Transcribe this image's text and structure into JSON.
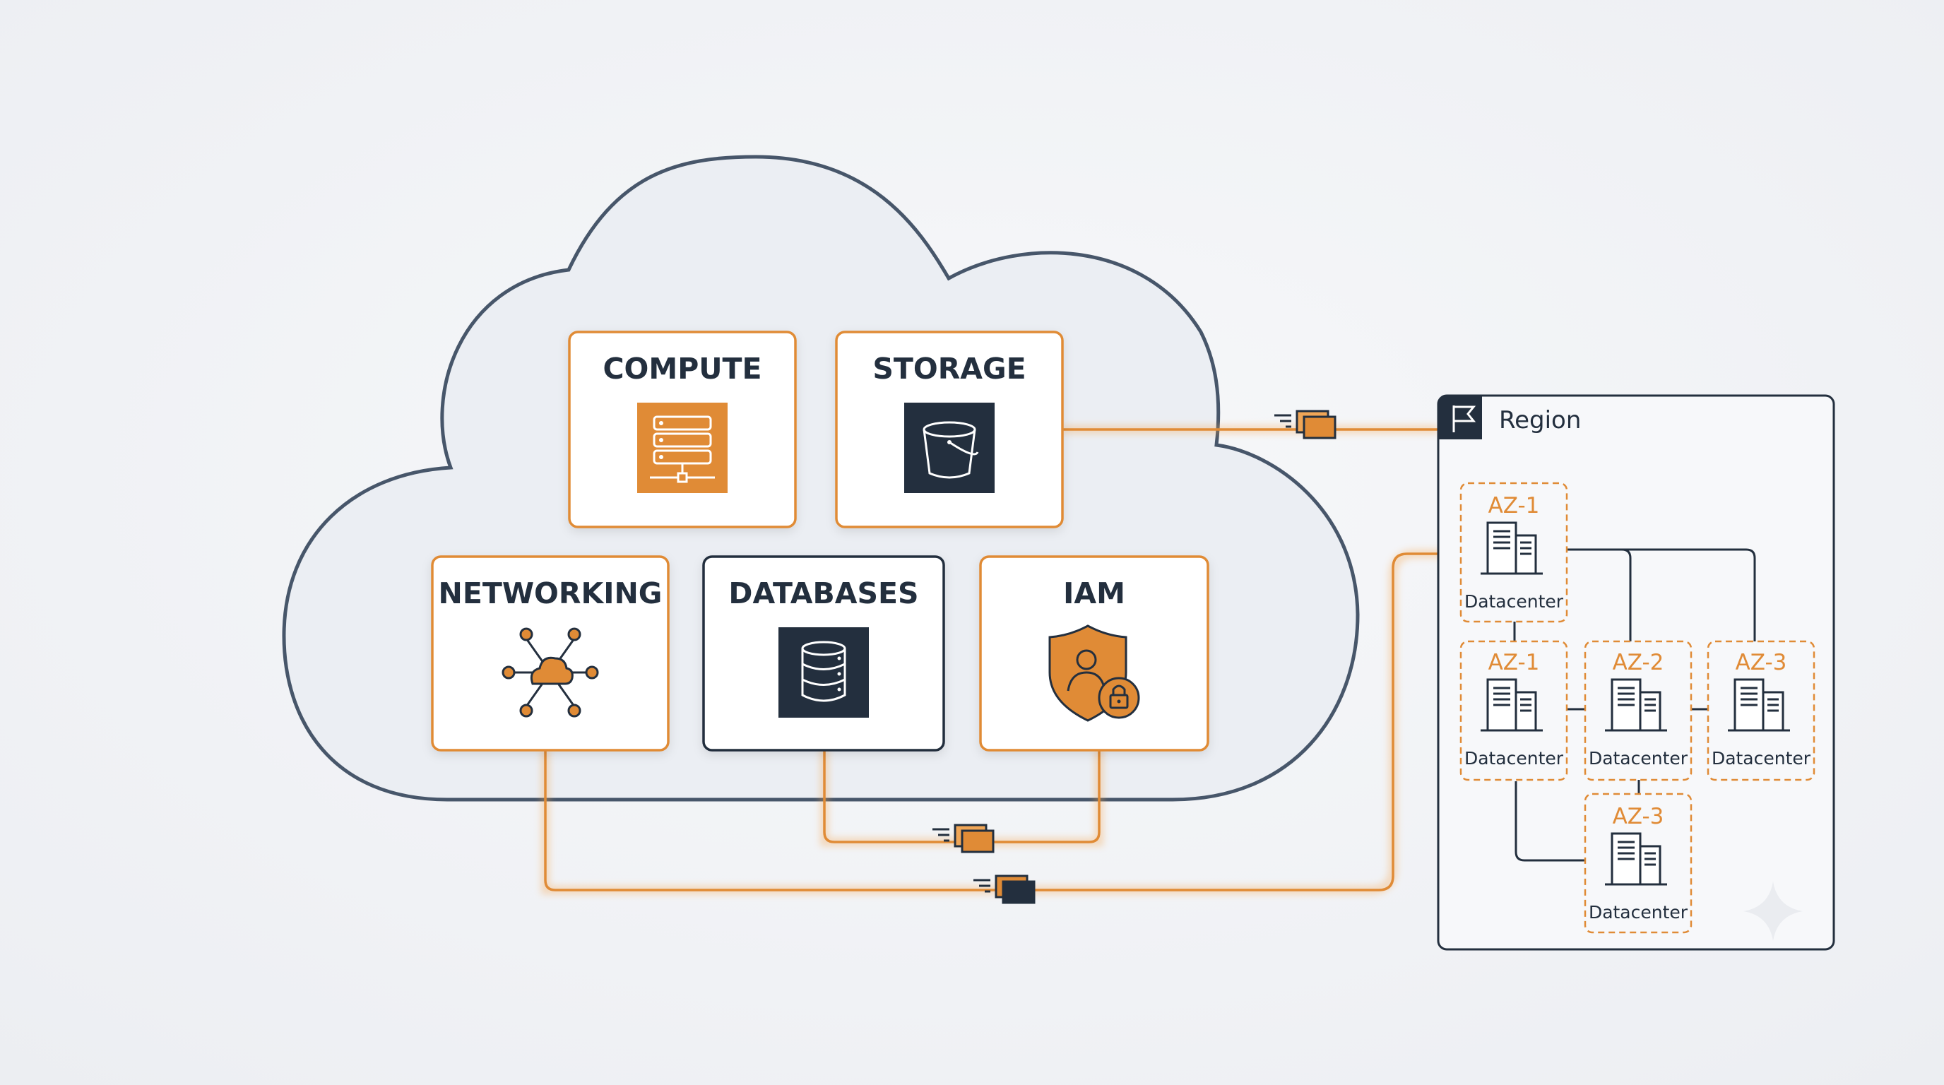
{
  "colors": {
    "orange": "#e08b36",
    "navy": "#232f3e",
    "cloud_fill": "#ebeef3",
    "cloud_stroke": "#47566a",
    "background": "#f3f4f7"
  },
  "services": [
    {
      "title": "COMPUTE",
      "icon": "server-stack-icon"
    },
    {
      "title": "STORAGE",
      "icon": "bucket-icon"
    },
    {
      "title": "NETWORKING",
      "icon": "network-cloud-icon"
    },
    {
      "title": "DATABASES",
      "icon": "database-icon"
    },
    {
      "title": "IAM",
      "icon": "shield-user-lock-icon"
    }
  ],
  "region": {
    "label": "Region",
    "icon": "flag-icon",
    "zones": [
      {
        "az": "AZ-1",
        "caption": "Datacenter"
      },
      {
        "az": "AZ-1",
        "caption": "Datacenter"
      },
      {
        "az": "AZ-2",
        "caption": "Datacenter"
      },
      {
        "az": "AZ-3",
        "caption": "Datacenter"
      },
      {
        "az": "AZ-3",
        "caption": "Datacenter"
      }
    ]
  },
  "connectors": {
    "packet_icon": "data-packet-icon"
  }
}
